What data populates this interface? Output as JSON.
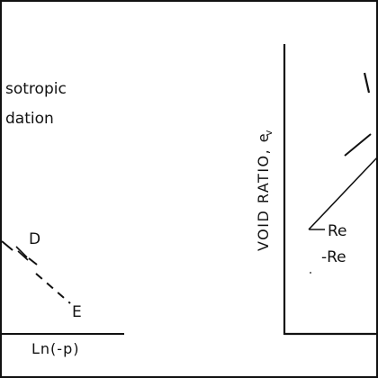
{
  "left_panel": {
    "annotation_line1": "sotropic",
    "annotation_line2": "dation",
    "point_d": "D",
    "point_e": "E",
    "x_axis_label": "Ln(-p)"
  },
  "right_panel": {
    "y_axis_label": "VOID RATIO, e",
    "y_axis_subscript": "v",
    "callout_1": "Re",
    "callout_2": "-Re"
  },
  "colors": {
    "ink": "#111111",
    "background": "#ffffff"
  }
}
